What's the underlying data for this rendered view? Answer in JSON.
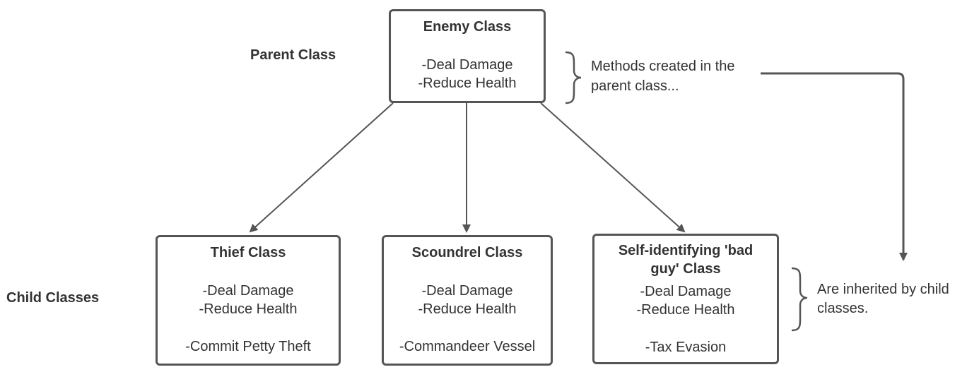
{
  "labels": {
    "parent": "Parent Class",
    "children": "Child Classes"
  },
  "parent_box": {
    "title": "Enemy Class",
    "methods": [
      "-Deal Damage",
      "-Reduce Health"
    ]
  },
  "child_boxes": [
    {
      "title": "Thief Class",
      "methods": [
        "-Deal Damage",
        "-Reduce Health"
      ],
      "extra": "-Commit Petty Theft"
    },
    {
      "title": "Scoundrel Class",
      "methods": [
        "-Deal Damage",
        "-Reduce Health"
      ],
      "extra": "-Commandeer Vessel"
    },
    {
      "title_lines": [
        "Self-identifying 'bad",
        "guy' Class"
      ],
      "methods": [
        "-Deal Damage",
        "-Reduce Health"
      ],
      "extra": "-Tax Evasion"
    }
  ],
  "notes": {
    "parent_note": [
      "Methods created in the",
      "parent class..."
    ],
    "child_note": [
      "Are inherited by child",
      "classes."
    ]
  },
  "colors": {
    "stroke": "#555555",
    "text": "#333333"
  }
}
